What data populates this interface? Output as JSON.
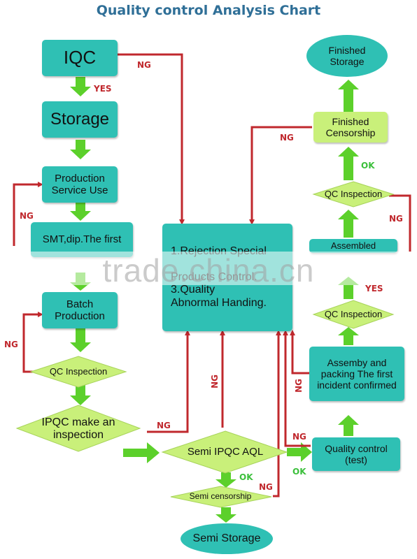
{
  "title": "Quality control Analysis Chart",
  "nodes": {
    "iqc": "IQC",
    "storage": "Storage",
    "production_service": "Production\nService Use",
    "smt": "SMT,dip.The first",
    "batch_production": "Batch\nProduction",
    "qc_inspection_left": "QC Inspection",
    "ipqc": "IPQC make an\ninspection",
    "center_box": "1.Rejection Special\n\nProducts Control.\n3.Quality\nAbnormal Handing.",
    "finished_storage": "Finished\nStorage",
    "finished_censorship": "Finished\nCensorship",
    "qc_inspection_top": "QC Inspection",
    "assembled": "Assembled",
    "qc_inspection_mid": "QC Inspection",
    "assembly_packing": "Assemby and\npacking The first\nincident confirmed",
    "quality_control": "Quality control\n(test)",
    "semi_ipqc": "Semi IPQC AQL",
    "semi_censorship": "Semi censorship",
    "semi_storage": "Semi Storage"
  },
  "labels": {
    "yes_iqc": "YES",
    "ng_iqc": "NG",
    "ng_smt": "NG",
    "ng_batch": "NG",
    "ng_ipqc": "NG",
    "ng_semi_up": "NG",
    "ok_semi": "OK",
    "ng_semi_cens": "NG",
    "ng_qc_test": "NG",
    "ok_qc_test": "OK",
    "ng_assembly": "NG",
    "yes_right": "YES",
    "ng_right": "NG",
    "ok_top": "OK",
    "ng_finished": "NG"
  },
  "watermark": "trade.china.cn",
  "colors": {
    "box": "#2fc0b4",
    "box_light": "#c9f07a",
    "diamond": "#c9f07a",
    "arrow_green": "#5cd02b",
    "line_red": "#c0282d",
    "title": "#2f6f97"
  }
}
